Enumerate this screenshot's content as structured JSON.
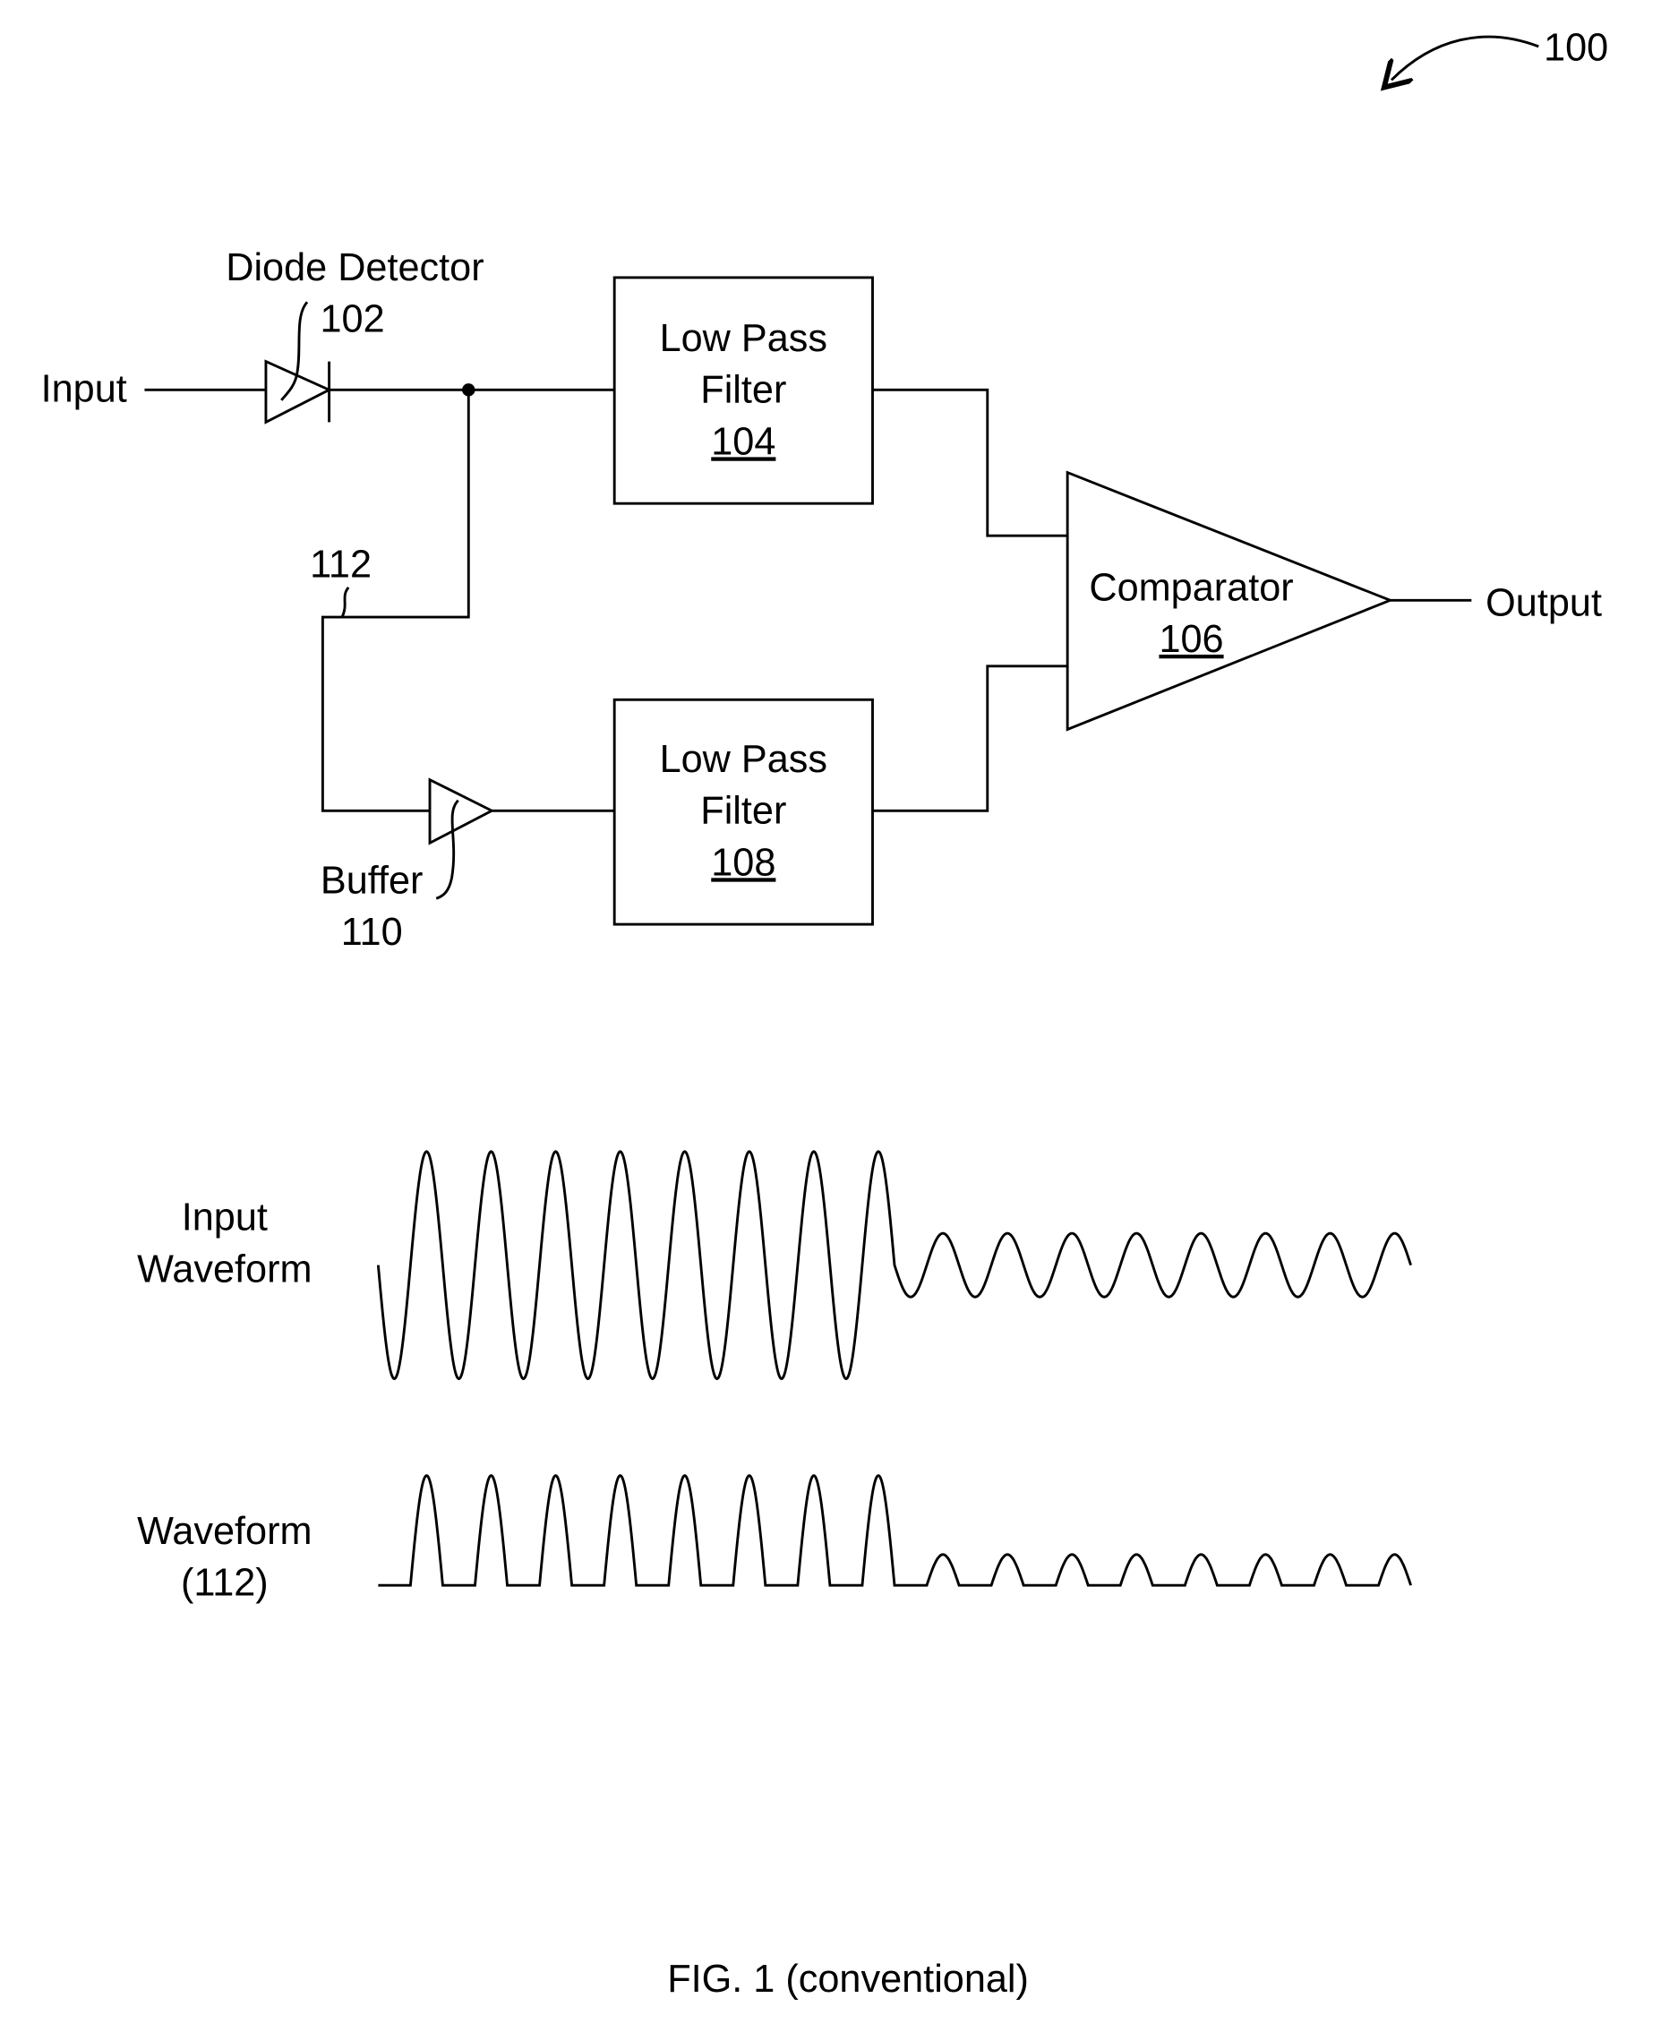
{
  "figure_ref": "100",
  "labels": {
    "input": "Input",
    "output": "Output",
    "diode_name": "Diode Detector",
    "diode_ref": "102",
    "node_ref": "112",
    "buffer_name": "Buffer",
    "buffer_ref": "110",
    "comparator_name": "Comparator",
    "comparator_ref": "106",
    "lpf_top_line1": "Low Pass",
    "lpf_top_line2": "Filter",
    "lpf_top_ref": "104",
    "lpf_bottom_line1": "Low Pass",
    "lpf_bottom_line2": "Filter",
    "lpf_bottom_ref": "108"
  },
  "waveforms": {
    "input_label_1": "Input",
    "input_label_2": "Waveform",
    "rect_label_1": "Waveform",
    "rect_label_2": "(112)",
    "strong_cycles": 8,
    "weak_cycles": 8,
    "weak_to_strong_amplitude_ratio": 0.28
  },
  "caption": "FIG. 1 (conventional)"
}
